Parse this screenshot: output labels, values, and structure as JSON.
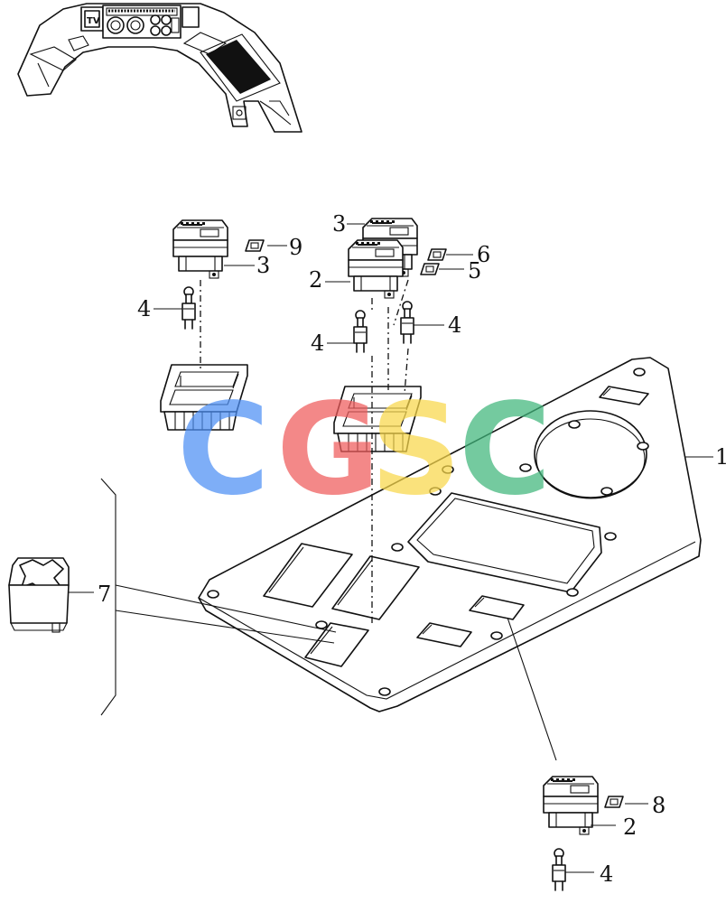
{
  "dashboard": {
    "badge": "TV"
  },
  "callouts": {
    "plate": "1",
    "sw_top_left": "3",
    "sw_top_mid": "3",
    "sw_mid": "2",
    "sw_bottom": "2",
    "pin_left": "4",
    "pin_mid": "4",
    "pin_right": "4",
    "pin_bottom": "4",
    "lens_5": "5",
    "lens_6": "6",
    "knob_switch": "7",
    "lens_8": "8",
    "lens_9": "9"
  },
  "watermark": {
    "letters": [
      "C",
      "G",
      "S",
      "C"
    ],
    "colors": [
      "#4d8ff5",
      "#ef5b5b",
      "#f9d84a",
      "#3fb67b"
    ]
  }
}
